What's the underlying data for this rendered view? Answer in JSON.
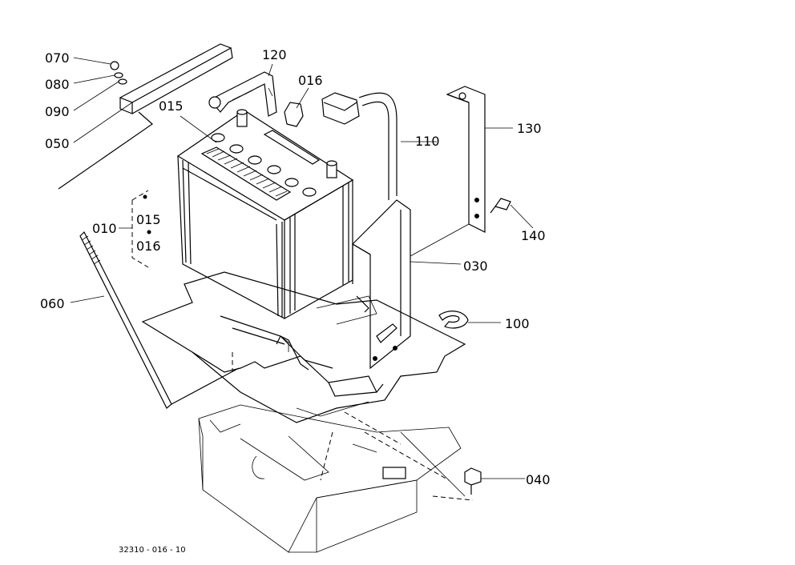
{
  "diagram": {
    "reference_code": "32310 - 016 - 10",
    "parts": [
      {
        "id": "p070",
        "label": "070"
      },
      {
        "id": "p080",
        "label": "080"
      },
      {
        "id": "p090",
        "label": "090"
      },
      {
        "id": "p050",
        "label": "050"
      },
      {
        "id": "p120",
        "label": "120"
      },
      {
        "id": "p016a",
        "label": "016"
      },
      {
        "id": "p015a",
        "label": "015"
      },
      {
        "id": "p110",
        "label": "110"
      },
      {
        "id": "p130",
        "label": "130"
      },
      {
        "id": "p010",
        "label": "010"
      },
      {
        "id": "p015b",
        "label": "015"
      },
      {
        "id": "p016b",
        "label": "016"
      },
      {
        "id": "p140",
        "label": "140"
      },
      {
        "id": "p030",
        "label": "030"
      },
      {
        "id": "p060",
        "label": "060"
      },
      {
        "id": "p100",
        "label": "100"
      },
      {
        "id": "p040",
        "label": "040"
      }
    ]
  }
}
